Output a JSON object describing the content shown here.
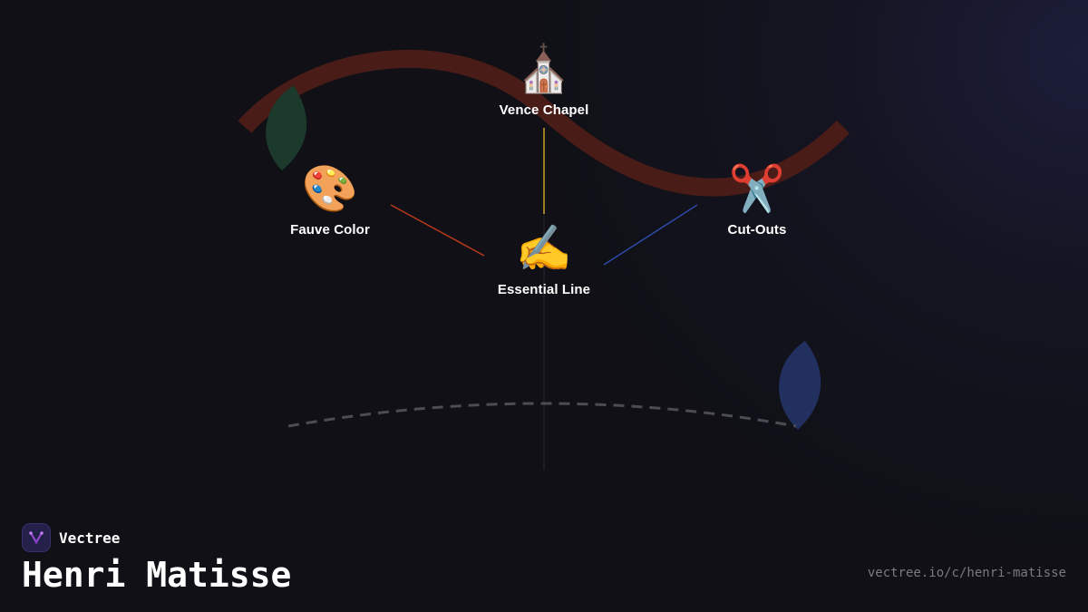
{
  "nodes": {
    "top": {
      "label": "Vence Chapel",
      "emoji": "⛪"
    },
    "left": {
      "label": "Fauve Color",
      "emoji": "🎨"
    },
    "right": {
      "label": "Cut-Outs",
      "emoji": "✂️"
    },
    "center": {
      "label": "Essential Line",
      "emoji": "✍️"
    }
  },
  "colors": {
    "background": "#101016",
    "arc": "#4a1c18",
    "edge_top": "#c9a227",
    "edge_left": "#b8381c",
    "edge_right": "#2e4aa8",
    "leaf_green": "#1c3a2c",
    "leaf_blue": "#223060",
    "brand_accent": "#a34fe0"
  },
  "brand": {
    "name": "Vectree",
    "icon": "vectree-logo-icon"
  },
  "title": "Henri Matisse",
  "url": "vectree.io/c/henri-matisse"
}
